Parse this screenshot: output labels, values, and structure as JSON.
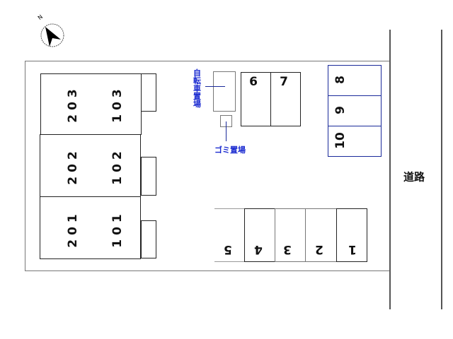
{
  "compass": {
    "label": "N"
  },
  "units": {
    "u203": "203",
    "u103": "103",
    "u202": "202",
    "u102": "102",
    "u201": "201",
    "u101": "101"
  },
  "parking": {
    "p1": "1",
    "p2": "2",
    "p3": "3",
    "p4": "4",
    "p5": "5",
    "p6": "6",
    "p7": "7",
    "p8": "8",
    "p9": "9",
    "p10": "10"
  },
  "labels": {
    "bicycle": "自転車置場",
    "garbage": "ゴミ置場",
    "road": "道路"
  },
  "colors": {
    "line": "#222222",
    "accent": "#1a2ad0"
  }
}
